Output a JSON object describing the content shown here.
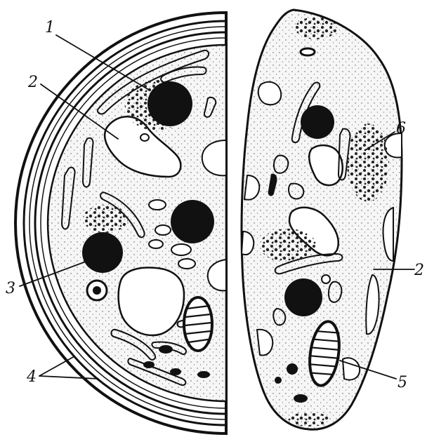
{
  "labels": {
    "l1": "1",
    "l2a": "2",
    "l2b": "2",
    "l3": "3",
    "l4": "4",
    "l5": "5",
    "l6": "6"
  },
  "colors": {
    "ink": "#111111",
    "cytoplasm": "#f3f3f3",
    "paper": "#ffffff"
  }
}
